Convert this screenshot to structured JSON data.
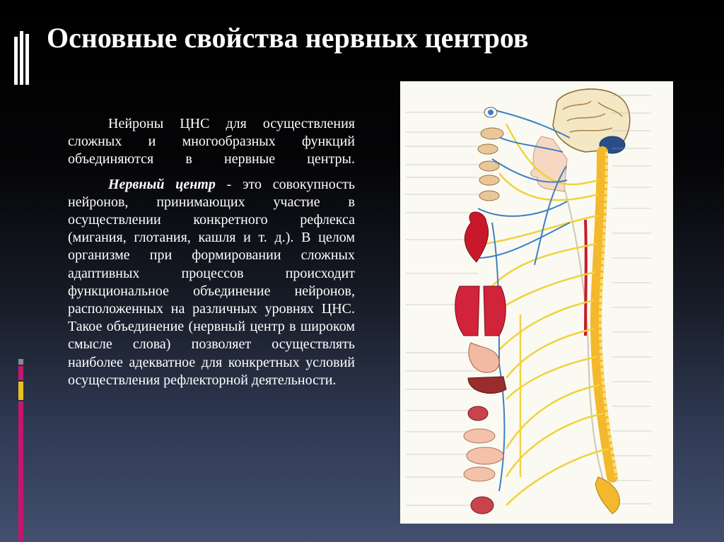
{
  "slide": {
    "title": "Основные свойства нервных центров",
    "paragraph1": "Нейроны ЦНС для осуществления сложных и многообразных функций объединяются в нервные центры.",
    "paragraph2_term": "Нервный центр",
    "paragraph2_rest": " - это совокупность нейронов, принимающих участие в осуществлении конкретного рефлекса (мигания, глотания, кашля и т. д.). В целом организме при формировании сложных адаптивных процессов происходит функциональное объединение нейронов, расположенных на различных уровнях ЦНС. Такое объединение (нервный центр в широком смысле слова) позволяет осуществлять наиболее адекватное для конкретных условий осуществления рефлекторной деятельности."
  },
  "colors": {
    "accent_magenta": "#c4166f",
    "accent_yellow": "#e9c21f",
    "accent_gray": "#8a8a8a",
    "nerve_yellow": "#f0d23c",
    "nerve_blue": "#3d7fc4",
    "organ_red": "#c8192b"
  }
}
